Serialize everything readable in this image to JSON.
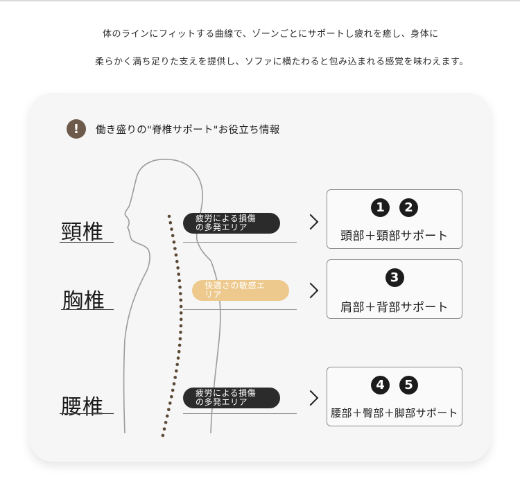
{
  "intro": {
    "line1": "体のラインにフィットする曲線で、ゾーンごとにサポートし疲れを癒し、身体に",
    "line2": "柔らかく満ち足りた支えを提供し、ソファに横たわると包み込まれる感覚を味わえます。"
  },
  "info": {
    "icon": "exclamation-icon",
    "title": "働き盛りの\"脊椎サポート\"お役立ち情報"
  },
  "regions": [
    {
      "label": "頸椎",
      "pill": "疲労による損傷\nの多発エリア",
      "pill_style": "dark",
      "numbers": [
        "1",
        "2"
      ],
      "support": "頭部＋頸部サポート"
    },
    {
      "label": "胸椎",
      "pill": "快適さの敏感エ\nリア",
      "pill_style": "light",
      "numbers": [
        "3"
      ],
      "support": "肩部＋背部サポート"
    },
    {
      "label": "腰椎",
      "pill": "疲労による損傷\nの多発エリア",
      "pill_style": "dark",
      "numbers": [
        "4",
        "5"
      ],
      "support": "腰部＋臀部＋脚部サポート"
    }
  ],
  "colors": {
    "pill_dark": "#2b2b2b",
    "pill_light": "#edc98d",
    "spine_dots": "#5a4734",
    "warn": "#6e5a4b"
  }
}
